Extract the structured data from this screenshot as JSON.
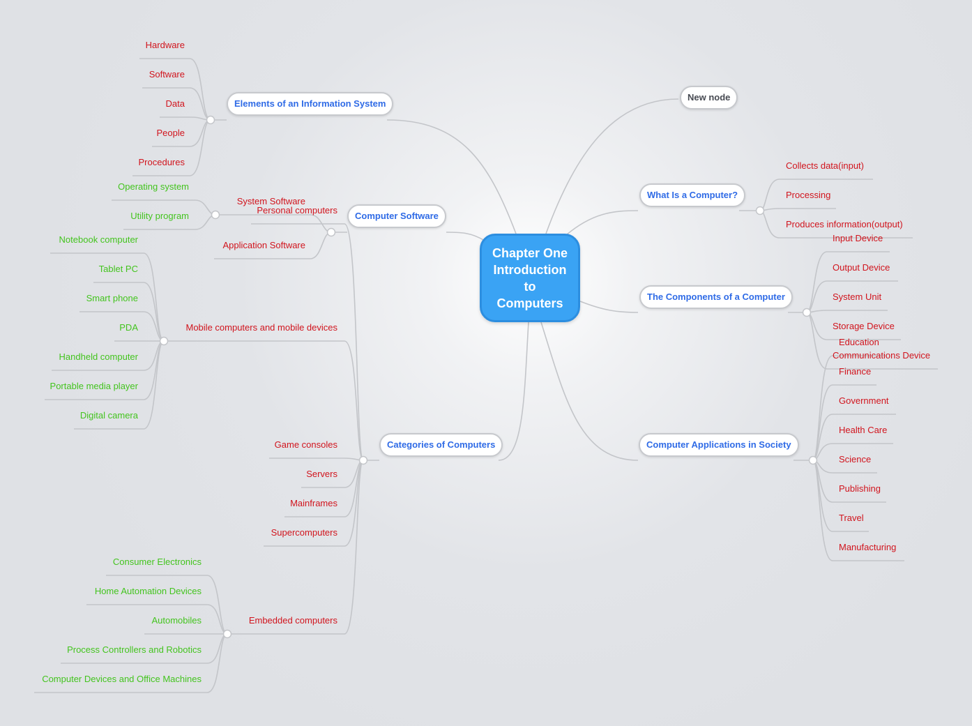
{
  "center": {
    "lines": [
      "Chapter One",
      "Introduction",
      "to",
      "Computers"
    ]
  },
  "topics": {
    "elements": "Elements of an Information System",
    "software": "Computer Software",
    "categories": "Categories of Computers",
    "new_node": "New node",
    "what_is": "What Is a Computer?",
    "components": "The Components of a Computer",
    "applications": "Computer Applications in Society"
  },
  "elements_items": [
    "Hardware",
    "Software",
    "Data",
    "People",
    "Procedures"
  ],
  "software_items": {
    "system": "System Software",
    "application": "Application Software",
    "system_items": [
      "Operating system",
      "Utility program"
    ]
  },
  "categories_items": {
    "personal": "Personal computers",
    "mobile": "Mobile computers and mobile devices",
    "mobile_items": [
      "Notebook computer",
      "Tablet PC",
      "Smart phone",
      "PDA",
      "Handheld computer",
      "Portable media player",
      "Digital camera"
    ],
    "game": "Game consoles",
    "servers": "Servers",
    "mainframes": "Mainframes",
    "super": "Supercomputers",
    "embedded": "Embedded computers",
    "embedded_items": [
      "Consumer Electronics",
      "Home Automation Devices",
      "Automobiles",
      "Process Controllers and Robotics",
      "Computer Devices and Office Machines"
    ]
  },
  "what_items": [
    "Collects data(input)",
    "Processing",
    "Produces information(output)"
  ],
  "component_items": [
    "Input Device",
    "Output Device",
    "System Unit",
    "Storage Device",
    "Communications Device"
  ],
  "application_items": [
    "Education",
    "Finance",
    "Government",
    "Health Care",
    "Science",
    "Publishing",
    "Travel",
    "Manufacturing"
  ],
  "colors": {
    "center_fill": "#3aa3f4",
    "topic_text": "#2f6be6",
    "subtopic_text": "#d1141d",
    "leaf_text": "#43c41e",
    "connector": "#c3c5c9"
  }
}
